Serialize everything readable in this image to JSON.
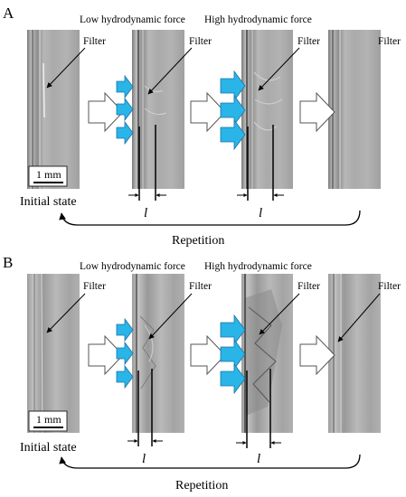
{
  "panels": [
    {
      "letter": "A",
      "low_force_label": "Low hydrodynamic force",
      "high_force_label": "High hydrodynamic force",
      "filter_label": "Filter",
      "scale_bar_label": "1 mm",
      "initial_state_label": "Initial state",
      "gap_symbol": "l",
      "repetition_label": "Repetition"
    },
    {
      "letter": "B",
      "low_force_label": "Low hydrodynamic force",
      "high_force_label": "High hydrodynamic force",
      "filter_label": "Filter",
      "scale_bar_label": "1 mm",
      "initial_state_label": "Initial state",
      "gap_symbol": "l",
      "repetition_label": "Repetition"
    }
  ],
  "colors": {
    "flow_arrow": "#29b5e8",
    "flow_arrow_outline": "#1a73a8",
    "hollow_arrow_fill": "#ffffff",
    "image_tone": "#a9a9a9"
  }
}
